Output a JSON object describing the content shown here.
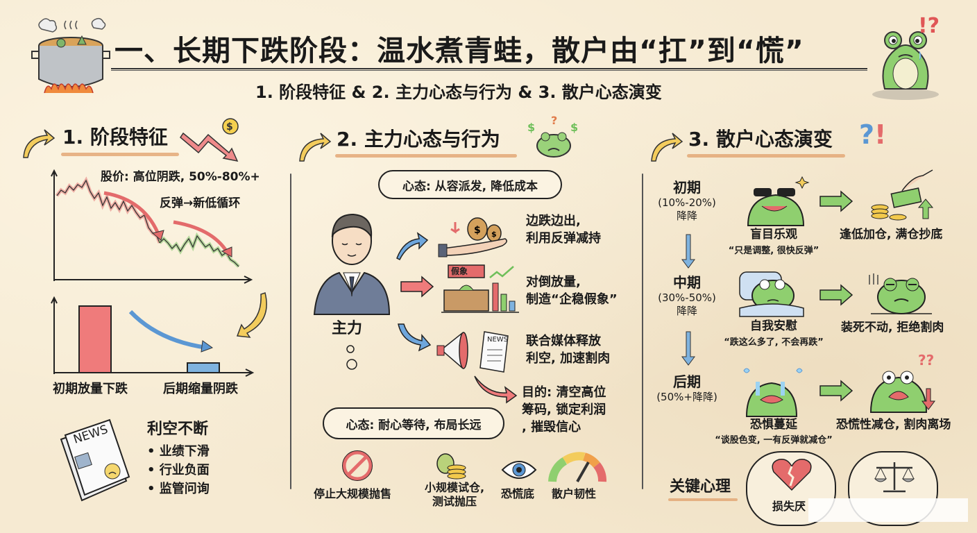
{
  "header": {
    "title": "一、长期下跌阶段：温水煮青蛙，散户由“扛”到“慌”",
    "subtitle": "1. 阶段特征 & 2. 主力心态与行为 & 3. 散户心态演变",
    "left_icon": "boiling-pot-icon",
    "right_icon": "worried-frog-icon",
    "right_marks": "!?"
  },
  "section1": {
    "title": "1. 阶段特征",
    "price_note_line1": "股价: 高位阴跌, 50%-80%+",
    "price_note_line2": "反弹→新低循环",
    "volume_label_left": "初期放量下跌",
    "volume_label_right": "后期缩量阴跌",
    "news_heading": "利空不断",
    "news_items": [
      "• 业绩下滑",
      "• 行业负面",
      "• 监管问询"
    ],
    "news_badge": "NEWS"
  },
  "section2": {
    "title": "2. 主力心态与行为",
    "thought_top": "心态: 从容派发, 降低成本",
    "actor_label": "主力",
    "actions": [
      {
        "line1": "边跌边出,",
        "line2": "利用反弹减持"
      },
      {
        "line1": "对倒放量,",
        "line2": "制造“企稳假象”"
      },
      {
        "line1": "联合媒体释放",
        "line2": "利空, 加速割肉"
      }
    ],
    "stall_sign": "假象",
    "news_paper": "NEWS",
    "goal_line1": "目的: 清空高位",
    "goal_line2": "筹码, 锁定利润",
    "goal_line3": ", 摧毁信心",
    "thought_bottom": "心态: 耐心等待, 布局长远",
    "bottom_icons": [
      {
        "label": "停止大规模抛售",
        "icon": "no-entry-icon"
      },
      {
        "label": "小规模试仓,",
        "label2": "测试抛压",
        "icon": "money-bag-coins-icon"
      },
      {
        "label": "恐慌底",
        "icon": "eye-icon"
      },
      {
        "label": "散户韧性",
        "icon": "gauge-icon"
      }
    ]
  },
  "section3": {
    "title": "3. 散户心态演变",
    "stages": [
      {
        "name": "初期",
        "range": "(10%-20%)",
        "suffix": "降降",
        "mood": "盲目乐观",
        "quote": "“只是调整, 很快反弹”",
        "action": "逢低加仓, 满仓抄底"
      },
      {
        "name": "中期",
        "range": "(30%-50%)",
        "suffix": "降降",
        "mood": "自我安慰",
        "quote": "“跌这么多了, 不会再跌”",
        "action": "装死不动, 拒绝割肉"
      },
      {
        "name": "后期",
        "range": "(50%+降降)",
        "suffix": "",
        "mood": "恐惧蔓延",
        "quote": "“谈股色变, 一有反弹就减仓”",
        "action": "恐慌性减仓, 割肉离场"
      }
    ],
    "key_psych_label": "关键心理",
    "key_items": [
      "损失厌"
    ]
  },
  "colors": {
    "background": "#f6ead2",
    "red": "#e46b6b",
    "green": "#6fbf5a",
    "blue": "#5b97d3",
    "yellow": "#f0c34a",
    "underline": "#e3a877"
  }
}
